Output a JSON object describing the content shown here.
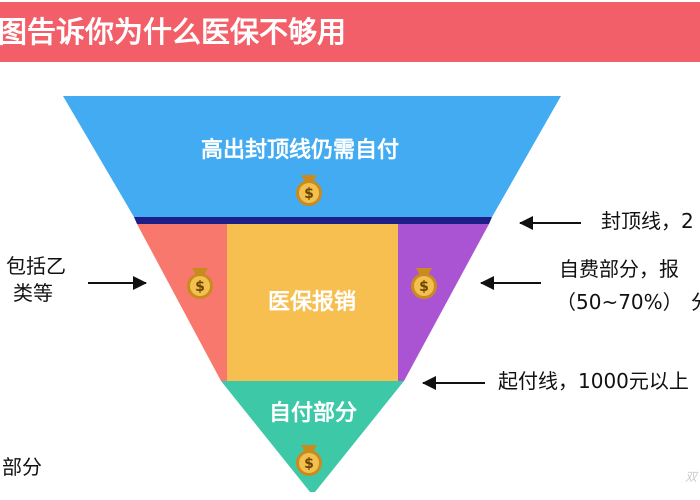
{
  "banner": {
    "title": "图告诉你为什么医保不够用",
    "color": "#f25f68"
  },
  "diagram": {
    "top_section": "高出封顶线仍需自付",
    "middle_section": "医保报销",
    "bottom_section": "自付部分",
    "colors": {
      "top": "#42abf2",
      "ceiling_line": "#1d1f86",
      "left_wedge": "#f9786d",
      "middle": "#f7be50",
      "right_wedge": "#aa54d4",
      "bottom": "#3dc8a8"
    },
    "icons": [
      "money-bag-icon",
      "money-bag-icon",
      "money-bag-icon",
      "money-bag-icon"
    ]
  },
  "annotations": {
    "left_top": "包括乙",
    "left_top_line2": "类等",
    "left_bottom": "部分",
    "right_ceiling": "封顶线，2",
    "right_self_pay": "自费部分，报",
    "right_self_pay_line2": "（50~70%）",
    "right_self_pay_line2_tail": "分",
    "right_threshold": "起付线，1000元以上"
  },
  "watermark": "双"
}
